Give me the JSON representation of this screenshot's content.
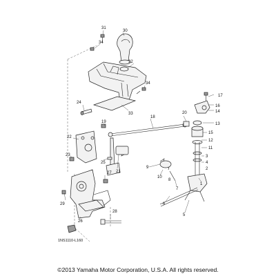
{
  "diagram": {
    "reference_code": "1NS1110-L160",
    "copyright": "©2013 Yamaha Motor Corporation, U.S.A. All rights reserved.",
    "callouts": {
      "c1": "1",
      "c2": "2",
      "c3": "3",
      "c4": "4",
      "c5": "5",
      "c6": "6",
      "c7": "7",
      "c8": "8",
      "c9": "9",
      "c10": "10",
      "c11": "11",
      "c12": "12",
      "c13": "13",
      "c14": "14",
      "c15": "15",
      "c16": "16",
      "c17": "17",
      "c18": "18",
      "c19": "19",
      "c20": "20",
      "c21": "21",
      "c22": "22",
      "c23": "23",
      "c24": "24",
      "c25": "25",
      "c26": "26",
      "c27": "27",
      "c28": "28",
      "c29": "29",
      "c30": "30",
      "c31": "31",
      "c32": "32",
      "c33": "33",
      "c34a": "34",
      "c34b": "34"
    }
  }
}
